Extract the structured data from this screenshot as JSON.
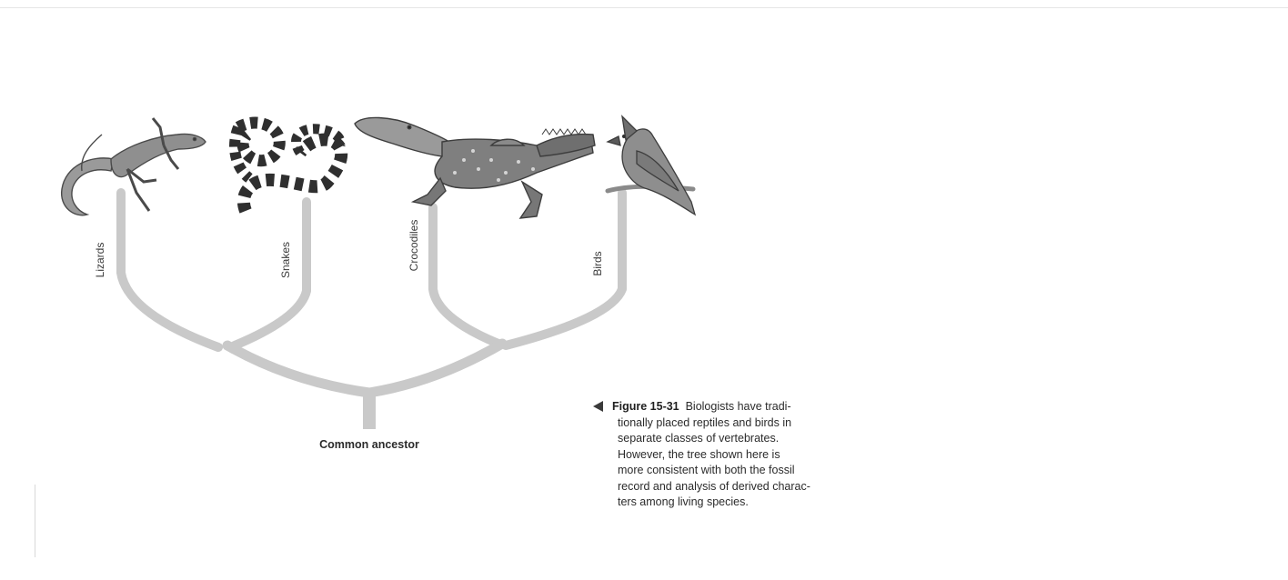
{
  "tree": {
    "taxa": [
      {
        "id": "lizards",
        "label": "Lizards"
      },
      {
        "id": "snakes",
        "label": "Snakes"
      },
      {
        "id": "crocodiles",
        "label": "Crocodiles"
      },
      {
        "id": "birds",
        "label": "Birds"
      }
    ],
    "root_label": "Common ancestor",
    "colors": {
      "branch": "#c9c9c9",
      "label_text": "#3a3a3a",
      "animal_fill": "#8a8a8a",
      "animal_dark": "#3d3d3d",
      "animal_light": "#d4d4d4"
    }
  },
  "caption": {
    "figure_label": "Figure 15-31",
    "lines": [
      "Biologists have tradi-",
      "tionally placed reptiles and birds in",
      "separate classes of vertebrates.",
      "However, the tree shown here is",
      "more consistent with both the fossil",
      "record and analysis of derived charac-",
      "ters among living species."
    ]
  }
}
